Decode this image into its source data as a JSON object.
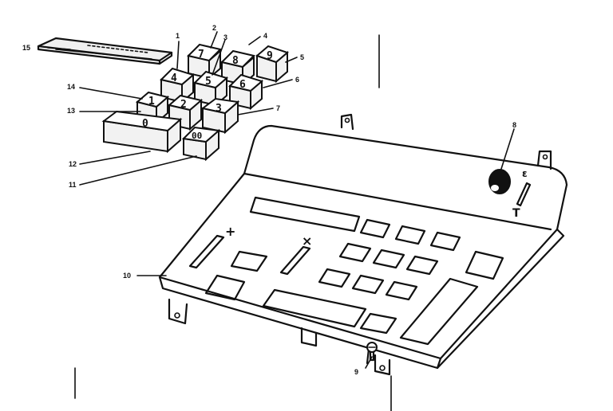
{
  "callouts": {
    "c1": "1",
    "c2": "2",
    "c3": "3",
    "c4": "4",
    "c5": "5",
    "c6": "6",
    "c7": "7",
    "c8": "8",
    "c9": "9",
    "c10": "10",
    "c11": "11",
    "c12": "12",
    "c13": "13",
    "c14": "14",
    "c15": "15"
  },
  "keys": {
    "k7": "7",
    "k8": "8",
    "k9": "9",
    "k4": "4",
    "k5": "5",
    "k6": "6",
    "k1": "1",
    "k2": "2",
    "k3": "3",
    "k0": "0",
    "k00": "00"
  },
  "panel_symbols": {
    "plus": "+",
    "times": "×"
  }
}
